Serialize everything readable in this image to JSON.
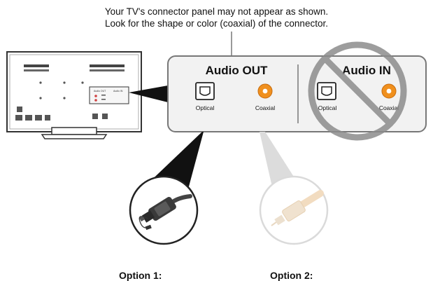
{
  "caption": {
    "line1": "Your TV's connector panel may not appear as shown.",
    "line2": "Look for the shape or color (coaxial) of the connector."
  },
  "panel": {
    "audio_out": {
      "title": "Audio OUT",
      "ports": [
        {
          "label": "Optical",
          "icon": "optical-port-icon"
        },
        {
          "label": "Coaxial",
          "icon": "coaxial-port-icon"
        }
      ]
    },
    "audio_in": {
      "title": "Audio IN",
      "ports": [
        {
          "label": "Optical",
          "icon": "optical-port-icon"
        },
        {
          "label": "Coaxial",
          "icon": "coaxial-port-icon"
        }
      ],
      "status_icon": "prohibited-icon"
    }
  },
  "options": [
    {
      "label": "Option 1:",
      "icon": "optical-cable-icon"
    },
    {
      "label": "Option 2:",
      "icon": "coaxial-cable-icon"
    }
  ],
  "tv_panel": {
    "audio_out_label": "Audio OUT",
    "audio_in_label": "Audio IN"
  },
  "colors": {
    "coaxial": "#f0901e",
    "coaxial_faded": "#f2dcc0",
    "prohibited": "#8c8c8c",
    "panel_fill": "#f2f2f2",
    "panel_stroke": "#777777"
  }
}
